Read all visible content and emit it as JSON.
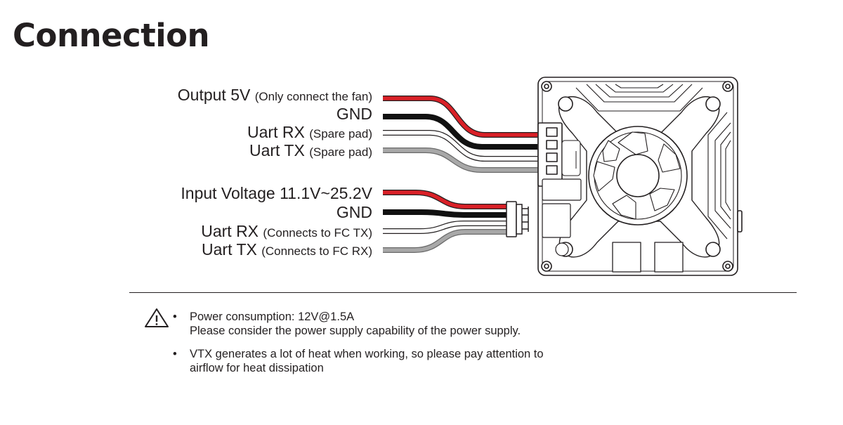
{
  "title": "Connection",
  "upper_group": [
    {
      "main": "Output 5V",
      "note": "(Only connect the fan)",
      "wire_color": "#d92027"
    },
    {
      "main": "GND",
      "note": "",
      "wire_color": "#111111"
    },
    {
      "main": "Uart RX",
      "note": "(Spare pad)",
      "wire_color": "#ffffff"
    },
    {
      "main": "Uart TX",
      "note": "(Spare pad)",
      "wire_color": "#9a9a9a"
    }
  ],
  "lower_group": [
    {
      "main": "Input Voltage 11.1V~25.2V",
      "note": "",
      "wire_color": "#d92027"
    },
    {
      "main": "GND",
      "note": "",
      "wire_color": "#111111"
    },
    {
      "main": "Uart RX",
      "note": "(Connects to FC TX)",
      "wire_color": "#ffffff"
    },
    {
      "main": "Uart TX",
      "note": "(Connects to FC RX)",
      "wire_color": "#9a9a9a"
    }
  ],
  "notes": [
    {
      "bullet": "•",
      "lines": [
        "Power consumption: 12V@1.5A",
        "Please consider the power supply capability of the power supply."
      ]
    },
    {
      "bullet": "•",
      "lines": [
        "VTX generates a lot of heat when working, so please pay attention to",
        "airflow for heat dissipation"
      ]
    }
  ],
  "icons": {
    "warning": "warning-triangle-icon",
    "device": "vtx-module-icon",
    "connector": "jst-connector-icon"
  },
  "colors": {
    "text": "#231f20",
    "red_wire": "#d92027",
    "black_wire": "#111111",
    "white_wire": "#ffffff",
    "grey_wire": "#9a9a9a",
    "outline": "#231f20"
  }
}
